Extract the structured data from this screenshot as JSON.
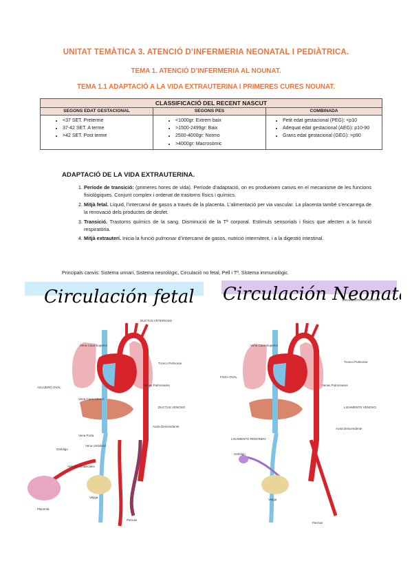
{
  "headings": {
    "unit": "UNITAT TEMÀTICA 3. ATENCIÓ D’INFERMERIA NEONATAL I PEDIÀTRICA.",
    "topic": "TEMA 1. ATENCIÓ D’INFERMERIA AL NOUNAT.",
    "subtopic": "TEMA 1.1 ADAPTACIÓ A LA VIDA EXTRAUTERINA I PRIMERES CURES NOUNAT."
  },
  "classification_table": {
    "title": "CLASSIFICACIÓ DEL RECENT NASCUT",
    "columns": [
      "SEGONS EDAT GESTACIONAL",
      "SEGONS PES",
      "COMBINADA"
    ],
    "gestational_age": [
      "<37 SET. Preterme",
      "37-42 SET. A terme",
      ">42 SET. Post terme"
    ],
    "weight": [
      "<1000gr: Extrem baix",
      ">1500-2499gr: Baix",
      "2500-4000gr: Normo",
      ">4000gr: Macrosòmic"
    ],
    "combined": [
      "Petit edat gestacional (PEG): <p10",
      "Adequat edat gestacional (AEG): p10-90",
      "Grans edat gestacional (GEG): >p90"
    ]
  },
  "adaptation": {
    "title": "ADAPTACIÓ DE LA VIDA EXTRAUTERINA.",
    "items": [
      {
        "label": "Període de transició:",
        "text": " (primeres hores de vida). Període d’adaptació, on es produeixen canvis en el mecanisme de les funcions fisiològiques. Conjunt complex i ordenat de trastorns físics i químics."
      },
      {
        "label": "Mitjà fetal.",
        "text": " Líquid, l’intercanvi de gasos a través de la placenta. L’alimentació per via vascular. La placenta també s’encarrega de la renovació dels productes de desfet."
      },
      {
        "label": "Transició.",
        "text": " Trastorns químics de la sang. Disminució de la Tª corporal. Estímuls sensorials i físics que afecten a la funció respiratòria."
      },
      {
        "label": "Mitjà extrauterí.",
        "text": " Inicia la funció pulmonar d’intercanvi de gasos, nutrició intermitent, i a la digestió intestinal."
      }
    ],
    "principal_changes": "Principals canvis: Sistema urinari, Sistema neurològic, Circulació no fetal, Pell i Tª, Sistema immunològic."
  },
  "figures": {
    "fetal": {
      "title": "Circulación fetal",
      "labels": {
        "ductus_arterioso": "DUCTUS ARTERIOSO",
        "vena_cava_superior": "Vena Cava Superior",
        "tronco_pulmonar": "Tronco Pulmonar",
        "agujero_oval": "AGUJERO OVAL",
        "venas_pulmonares": "Venas Pulmonares",
        "vena_cava_inferior": "Vena Cava Inferior",
        "ductus_venoso": "DUCTUS VENOSO",
        "aorta_descendente": "Aorta Descendente",
        "vena_porta": "Vena Porta",
        "ombligo": "Ombligo",
        "vena_umbilical": "Vena Umbilical",
        "arterias_umbilicales": "Arterias Umbilicales",
        "vejiga": "Vejiga",
        "placenta": "Placenta",
        "piernas": "Piernas"
      }
    },
    "neonatal": {
      "title": "Circulación Neonatal",
      "labels": {
        "ligamento_arterioso": "LIGAMENTO ARTERIOSO",
        "vena_cava_superior": "Vena Cava Superior",
        "tronco_pulmonar": "Tronco Pulmonar",
        "venas_pulmonares": "Venas Pulmonares",
        "fosa_oval": "FOSA OVAL",
        "ligamento_venoso": "LIGAMENTO VENOSO",
        "aorta_descendente": "Aorta Descendente",
        "ligamento_redondo": "LIGAMENTO REDONDO",
        "ombligo": "Ombligo",
        "vejiga": "Vejiga",
        "piernas": "Piernas"
      }
    }
  },
  "colors": {
    "heading": "#e8743b",
    "table_header": "#f2ddd3",
    "artery": "#d6232a",
    "vein": "#7fc3e4",
    "mixed": "#8e3a5e",
    "lung": "#eeb3b8",
    "liver": "#d9876c",
    "highlight_fetal": "#cdeefa",
    "highlight_neonatal": "#dcc7ef"
  }
}
